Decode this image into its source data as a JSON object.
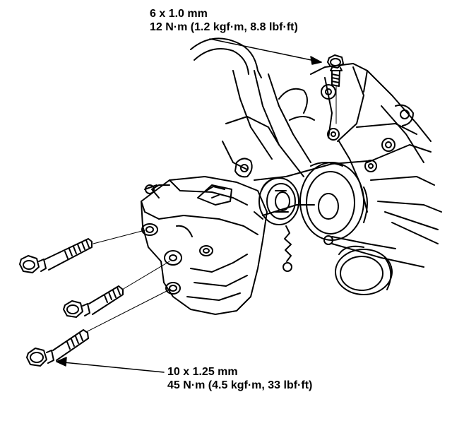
{
  "callouts": {
    "top": {
      "size": "6 x 1.0 mm",
      "torque": "12 N·m (1.2 kgf·m, 8.8 lbf·ft)"
    },
    "bottom": {
      "size": "10 x 1.25 mm",
      "torque": "45 N·m (4.5 kgf·m, 33 lbf·ft)"
    }
  }
}
